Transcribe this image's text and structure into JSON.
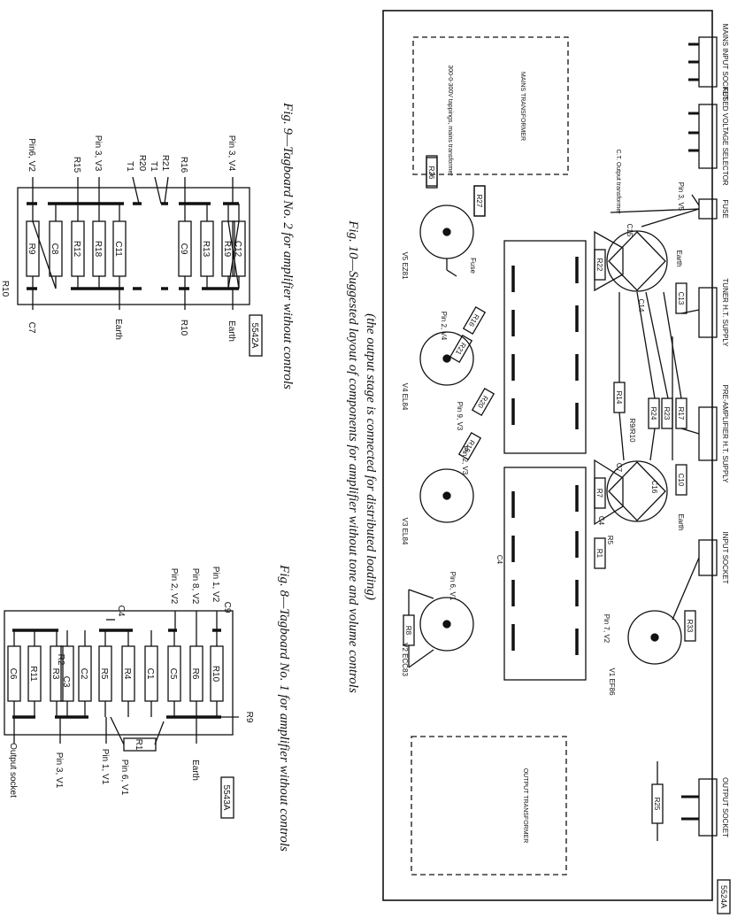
{
  "fig8": {
    "caption": "Fig. 8—Tagboard No. 1 for amplifier without controls",
    "ref": "5543A",
    "components": [
      "C6",
      "R11",
      "R3",
      "R2",
      "C3",
      "C2",
      "R5",
      "R4",
      "C1",
      "C5",
      "R6",
      "R10"
    ],
    "labels": {
      "output_socket": "Output socket",
      "pin3_v1": "Pin 3, V1",
      "pin1_v1": "Pin 1, V1",
      "pin6_v1": "Pin 6, V1",
      "earth": "Earth",
      "r9": "R9",
      "r1": "R1",
      "c4": "C4",
      "pin2_v2": "Pin 2, V2",
      "pin8_v2": "Pin 8, V2",
      "pin1_v2": "Pin 1, V2",
      "c9": "C9"
    }
  },
  "fig9": {
    "caption": "Fig. 9—Tagboard No. 2 for amplifier without controls",
    "ref": "5542A",
    "components": [
      "R9",
      "C8",
      "R12",
      "R18",
      "C11",
      "C9",
      "R13",
      "R19",
      "C12"
    ],
    "labels": {
      "r10_top": "R10",
      "c7": "C7",
      "earth1": "Earth",
      "r10": "R10",
      "earth2": "Earth",
      "pin6_v2": "Pin6, V2",
      "r15": "R15",
      "pin3_v3": "Pin 3, V3",
      "t1a": "T1",
      "r20": "R20",
      "t1b": "T1",
      "r21": "R21",
      "r16": "R16",
      "pin3_v4": "Pin 3, V4"
    }
  },
  "fig10": {
    "caption_line1": "Fig. 10—Suggested layout of components for amplifier without tone and volume controls",
    "caption_line2": "(the output stage is connected for distributed loading)",
    "ref": "5524A",
    "chassis": {
      "mains_input": "MAINS INPUT SOCKET",
      "fused_voltage": "FUSED VOLTAGE SELECTOR",
      "fuse": "FUSE",
      "tuner_ht": "TUNER H.T. SUPPLY",
      "preamp_ht": "PRE-AMPLIFIER H.T. SUPPLY",
      "input_socket": "INPUT SOCKET",
      "output_socket": "OUTPUT SOCKET"
    },
    "transformers": {
      "mains": "MAINS TRANSFORMER",
      "mains_tap": "300-0-300V tappings, mains transformer",
      "output": "OUTPUT TRANSFORMER",
      "ct_output": "C.T. Output transformer"
    },
    "valves": {
      "v5": "V5 EZ81",
      "v4": "V4 EL84",
      "v3": "V3 EL84",
      "v2": "V2 ECC83",
      "v1": "V1 EF86"
    },
    "pin_labels": {
      "fuse": "Fuse",
      "pin3_v5": "Pin 3, V5",
      "earth_a": "Earth",
      "pin2_v4": "Pin 2, V4",
      "pin9_v3": "Pin 9, V3",
      "pin2_v3": "Pin 2, V3",
      "r9_r10": "R9/R10",
      "earth_b": "Earth",
      "pin6_v1": "Pin 6, V1",
      "pin7_v2": "Pin 7, V2"
    },
    "components": {
      "r26": "R26",
      "r27": "R27",
      "r22": "R22",
      "r16": "R16",
      "r21": "R21",
      "r20": "R20",
      "r15": "R15",
      "r14": "R14",
      "r24": "R24",
      "r23": "R23",
      "r17": "R17",
      "r7": "R7",
      "r1": "R1",
      "r8": "R8",
      "r33": "R33",
      "r25": "R25",
      "r5": "R5",
      "c15": "C15",
      "c14": "C14",
      "c13": "C13",
      "c7": "C7",
      "c16": "C16",
      "c10": "C10",
      "c4a": "C4",
      "c4b": "C4"
    }
  }
}
